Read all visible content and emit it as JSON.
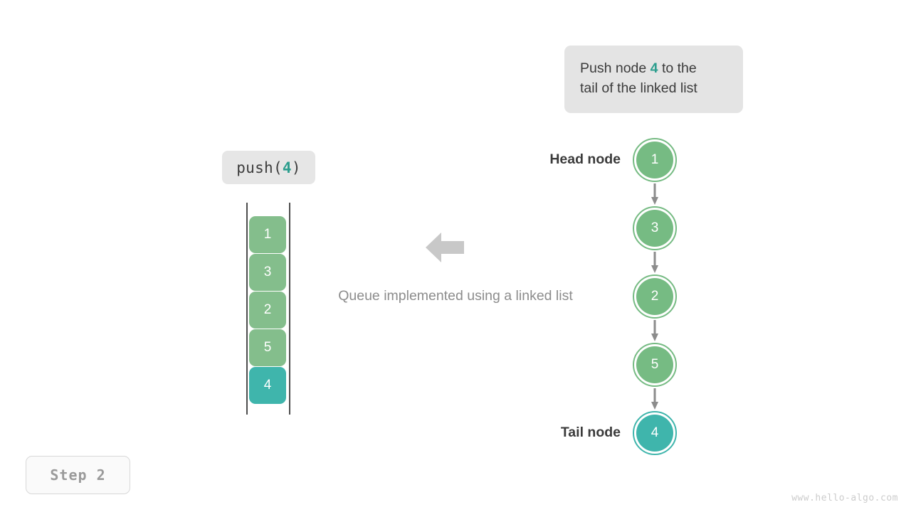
{
  "callout": {
    "line1_prefix": "Push node ",
    "line1_highlight": "4",
    "line1_suffix": " to the",
    "line2": "tail of the linked list",
    "bg_color": "#e4e4e4",
    "highlight_color": "#2c9e8e"
  },
  "operation_label": {
    "prefix": "push(",
    "arg": "4",
    "suffix": ")",
    "bg_color": "#e6e6e6",
    "arg_color": "#2c9e8e"
  },
  "caption": "Queue implemented using a linked list",
  "array_view": {
    "rail_color": "#4d4d4d",
    "cells": [
      {
        "value": "1",
        "color": "#84be8c"
      },
      {
        "value": "3",
        "color": "#84be8c"
      },
      {
        "value": "2",
        "color": "#84be8c"
      },
      {
        "value": "5",
        "color": "#84be8c"
      },
      {
        "value": "4",
        "color": "#3fb5ac"
      }
    ]
  },
  "arrow": {
    "icon": "arrow-left-icon",
    "color": "#c8c8c8",
    "direction": "left"
  },
  "linked_list": {
    "edge_color": "#8c8c8c",
    "head_label": "Head node",
    "tail_label": "Tail node",
    "nodes": [
      {
        "value": "1",
        "color": "#76bb83",
        "ring_color": "#76bb83",
        "label": "Head node"
      },
      {
        "value": "3",
        "color": "#76bb83",
        "ring_color": "#76bb83",
        "label": ""
      },
      {
        "value": "2",
        "color": "#76bb83",
        "ring_color": "#76bb83",
        "label": ""
      },
      {
        "value": "5",
        "color": "#76bb83",
        "ring_color": "#76bb83",
        "label": ""
      },
      {
        "value": "4",
        "color": "#3fb5ac",
        "ring_color": "#3fb5ac",
        "label": "Tail node"
      }
    ]
  },
  "step_badge": "Step 2",
  "watermark": "www.hello-algo.com"
}
